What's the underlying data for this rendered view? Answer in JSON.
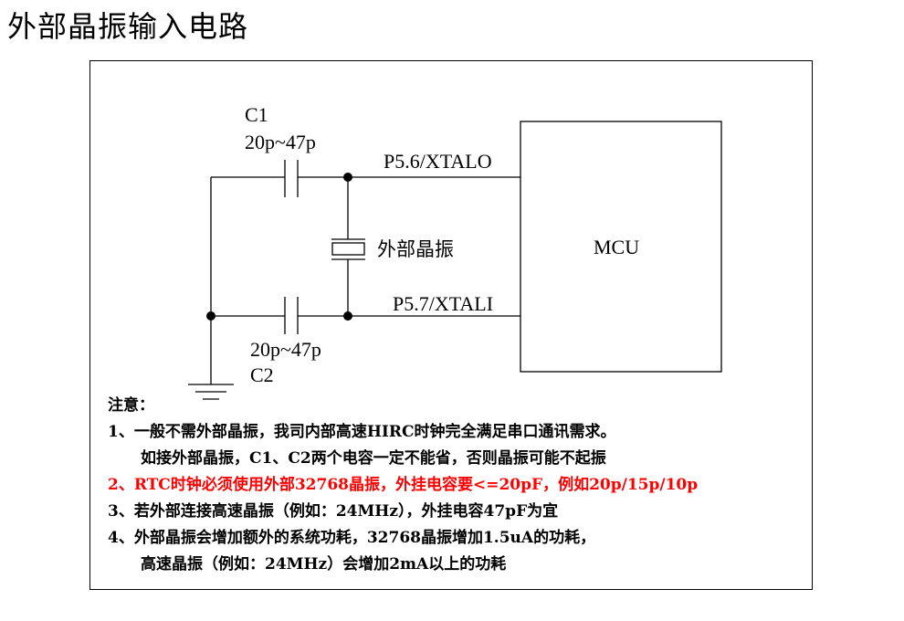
{
  "page_title": "外部晶振输入电路",
  "schematic": {
    "c1_name": "C1",
    "c1_value": "20p~47p",
    "c2_name": "C2",
    "c2_value": "20p~47p",
    "pin_xtalo": "P5.6/XTALO",
    "pin_xtali": "P5.7/XTALI",
    "crystal_label": "外部晶振",
    "mcu_label": "MCU"
  },
  "notes": {
    "heading": "注意：",
    "items": [
      {
        "text": "1、一般不需外部晶振，我司内部高速HIRC时钟完全满足串口通讯需求。",
        "color": "#000000"
      },
      {
        "text": "如接外部晶振，C1、C2两个电容一定不能省，否则晶振可能不起振",
        "color": "#000000"
      },
      {
        "text": "2、RTC时钟必须使用外部32768晶振，外挂电容要<=20pF，例如20p/15p/10p",
        "color": "#ff0000"
      },
      {
        "text": "3、若外部连接高速晶振（例如：24MHz），外挂电容47pF为宜",
        "color": "#000000"
      },
      {
        "text": "4、外部晶振会增加额外的系统功耗，32768晶振增加1.5uA的功耗，",
        "color": "#000000"
      },
      {
        "text": "高速晶振（例如：24MHz）会增加2mA以上的功耗",
        "color": "#000000"
      }
    ]
  },
  "colors": {
    "line": "#000000",
    "warning": "#ff0000",
    "background": "#ffffff"
  }
}
